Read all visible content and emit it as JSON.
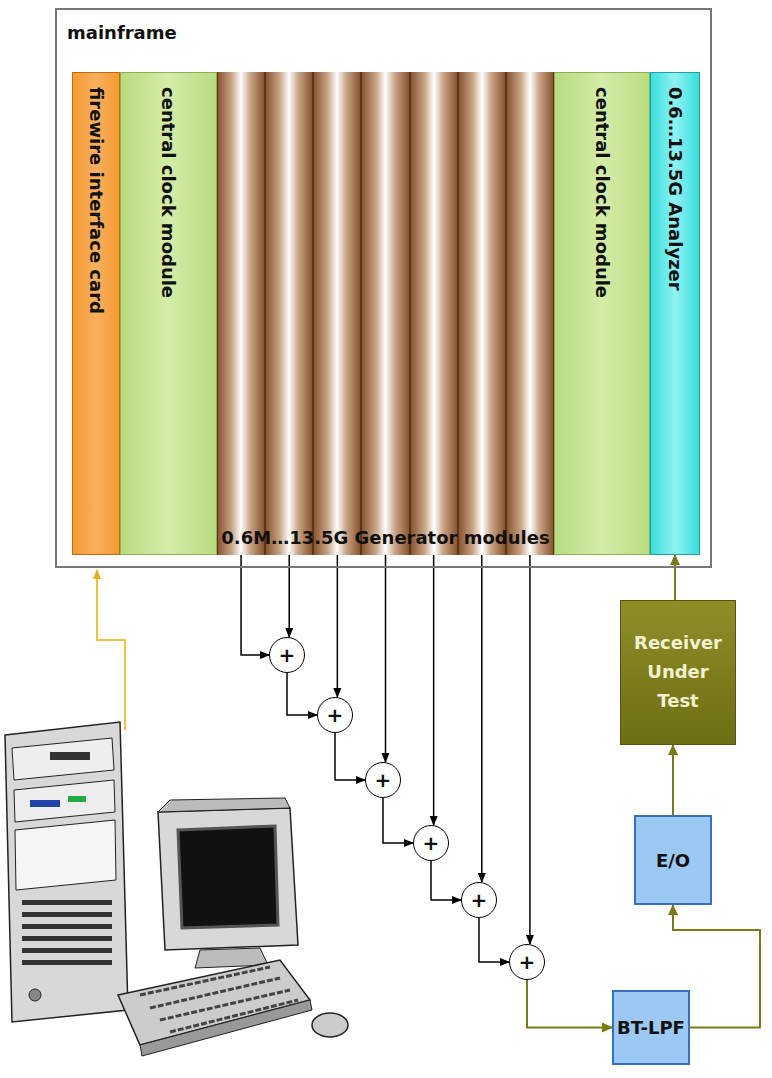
{
  "diagram": {
    "nodes": [
      {
        "text": [
          "mainframe"
        ]
      },
      {
        "text": [
          "firewire interface card"
        ],
        "in": 0
      },
      {
        "text": [
          "central clock module"
        ],
        "in": 0
      },
      {
        "text": [
          "0.6M…13.5G Generator modules"
        ],
        "in": 0
      },
      {
        "text": [
          "central clock module"
        ],
        "in": 0
      },
      {
        "text": [
          "0.6…13.5G Analyzer"
        ],
        "in": 0
      },
      {
        "text": [
          "+"
        ]
      },
      {
        "text": [
          "+"
        ]
      },
      {
        "text": [
          "+"
        ]
      },
      {
        "text": [
          "+"
        ]
      },
      {
        "text": [
          "+"
        ]
      },
      {
        "text": [
          "+"
        ]
      },
      {
        "text": [
          "Receiver Under Test"
        ]
      },
      {
        "text": [
          "E/O"
        ]
      },
      {
        "text": [
          "BT-LPF"
        ]
      }
    ],
    "edges": [
      {
        "from": 3,
        "to": 6,
        "arrow": "to"
      },
      {
        "from": 3,
        "to": 7,
        "arrow": "to"
      },
      {
        "from": 3,
        "to": 8,
        "arrow": "to"
      },
      {
        "from": 3,
        "to": 9,
        "arrow": "to"
      },
      {
        "from": 3,
        "to": 10,
        "arrow": "to"
      },
      {
        "from": 3,
        "to": 11,
        "arrow": "to"
      },
      {
        "from": 6,
        "to": 7,
        "arrow": "to"
      },
      {
        "from": 7,
        "to": 8,
        "arrow": "to"
      },
      {
        "from": 8,
        "to": 9,
        "arrow": "to"
      },
      {
        "from": 9,
        "to": 10,
        "arrow": "to"
      },
      {
        "from": 10,
        "to": 11,
        "arrow": "to"
      },
      {
        "from": 11,
        "to": 14,
        "arrow": "to"
      },
      {
        "from": 14,
        "to": 13,
        "arrow": "to"
      },
      {
        "from": 13,
        "to": 12,
        "arrow": "to"
      },
      {
        "from": 12,
        "to": 5,
        "arrow": "to"
      }
    ]
  }
}
